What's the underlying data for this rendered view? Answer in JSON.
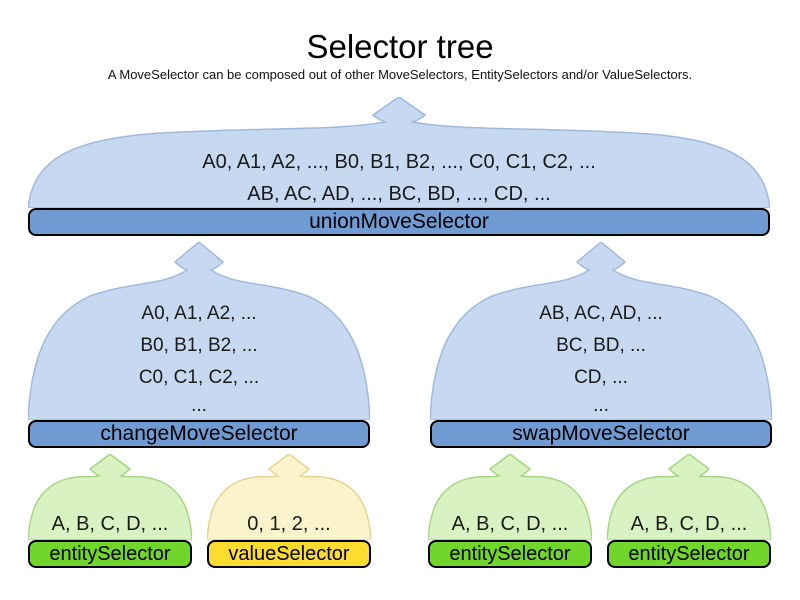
{
  "title": "Selector tree",
  "subtitle": "A MoveSelector can be composed out of other MoveSelectors, EntitySelectors and/or ValueSelectors.",
  "colors": {
    "blue_fill": "#c7d9f0",
    "blue_border": "#9fb9dd",
    "blue_bar": "#6f9bd2",
    "green_fill": "#d9f2c2",
    "green_border": "#a6d682",
    "green_bar": "#72d62a",
    "yellow_fill": "#faf3cc",
    "yellow_border": "#e3d491",
    "yellow_bar": "#fcdc30"
  },
  "nodes": {
    "union": {
      "label": "unionMoveSelector",
      "lines": [
        "A0, A1, A2, ..., B0, B1, B2, ..., C0, C1, C2, ...",
        "AB, AC, AD, ..., BC, BD, ..., CD, ..."
      ]
    },
    "change": {
      "label": "changeMoveSelector",
      "lines": [
        "A0, A1, A2, ...",
        "B0, B1, B2, ...",
        "C0, C1, C2, ...",
        "..."
      ]
    },
    "swap": {
      "label": "swapMoveSelector",
      "lines": [
        "AB, AC, AD, ...",
        "BC, BD, ...",
        "CD, ...",
        "..."
      ]
    },
    "entity1": {
      "label": "entitySelector",
      "lines": [
        "A, B, C, D, ..."
      ]
    },
    "value1": {
      "label": "valueSelector",
      "lines": [
        "0, 1, 2, ..."
      ]
    },
    "entity2": {
      "label": "entitySelector",
      "lines": [
        "A, B, C, D, ..."
      ]
    },
    "entity3": {
      "label": "entitySelector",
      "lines": [
        "A, B, C, D, ..."
      ]
    }
  }
}
